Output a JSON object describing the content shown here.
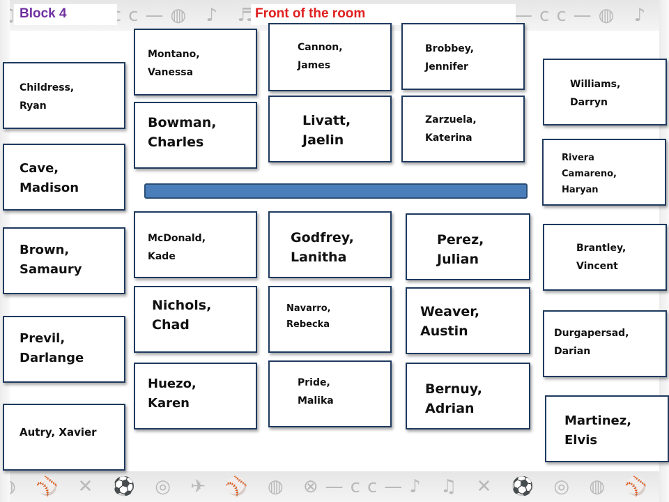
{
  "header": {
    "block": "Block 4",
    "front": "Front of the room"
  },
  "colors": {
    "block_label": "#7030a0",
    "front_label": "#e02020",
    "desk": "#4a7ebb",
    "seat_border": "#1f3a5f"
  },
  "decor": {
    "top": "♫ ♩ ⊗—cc—◍ ♪ ♬ ✕ ◎ ⚾ ⚽ ♫ ♩ ⊗—cc—◍ ♪ ♬ ✕ ◎",
    "bottom": "◍ ⚾ ✕ ⚽ ◎ ✈ ⚾ ◍ ⊗—cc—♪ ♫ ✕ ⚽ ◎ ◍ ⚾"
  },
  "seats": {
    "childress": "Childress,\nRyan",
    "cave": "Cave,\nMadison",
    "brown": "Brown,\nSamaury",
    "previl": "Previl,\nDarlange",
    "autry": "Autry, Xavier",
    "montano": "Montano,\nVanessa",
    "bowman": "Bowman,\nCharles",
    "cannon": "Cannon,\nJames",
    "livatt": "Livatt,\nJaelin",
    "brobbey": "Brobbey,\nJennifer",
    "zarzuela": "Zarzuela,\nKaterina",
    "williams": "Williams,\nDarryn",
    "rivera": "Rivera\nCamareno,\nHaryan",
    "mcdonald": "McDonald,\nKade",
    "godfrey": "Godfrey,\nLanitha",
    "perez": "Perez,\nJulian",
    "brantley": "Brantley,\nVincent",
    "nichols": "Nichols,\nChad",
    "navarro": "Navarro,\nRebecka",
    "weaver": "Weaver,\nAustin",
    "durgapersad": "Durgapersad,\nDarian",
    "huezo": "Huezo,\nKaren",
    "pride": "Pride,\nMalika",
    "bernuy": "Bernuy,\nAdrian",
    "martinez": "Martinez,\nElvis"
  }
}
